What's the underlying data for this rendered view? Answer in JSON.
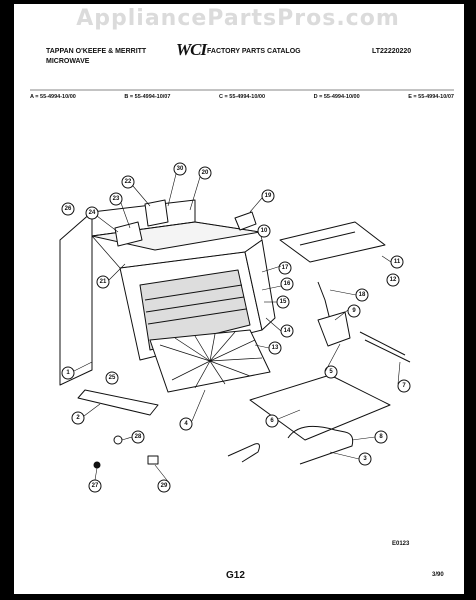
{
  "watermark": "AppliancePartsPros.com",
  "header": {
    "brand_line1": "TAPPAN  O'KEEFE & MERRITT",
    "brand_line2": "MICROWAVE",
    "logo": "WCI",
    "catalog": "FACTORY PARTS CATALOG",
    "catalog_code": "LT22220220"
  },
  "models": [
    "A = 55-4994-10/00",
    "B = 55-4994-10/07",
    "C = 55-4994-10/00",
    "D = 55-4994-10/00",
    "E = 55-4994-10/07"
  ],
  "callouts": [
    "1",
    "2",
    "3",
    "4",
    "5",
    "6",
    "7",
    "8",
    "9",
    "10",
    "11",
    "12",
    "13",
    "14",
    "15",
    "16",
    "17",
    "18",
    "19",
    "20",
    "21",
    "22",
    "23",
    "24",
    "25",
    "26",
    "27",
    "28",
    "29",
    "30"
  ],
  "footer": {
    "drawing_code": "E0123",
    "page": "G12",
    "date": "3/90"
  },
  "colors": {
    "ink": "#111111",
    "paper": "#ffffff",
    "frame": "#000000"
  }
}
